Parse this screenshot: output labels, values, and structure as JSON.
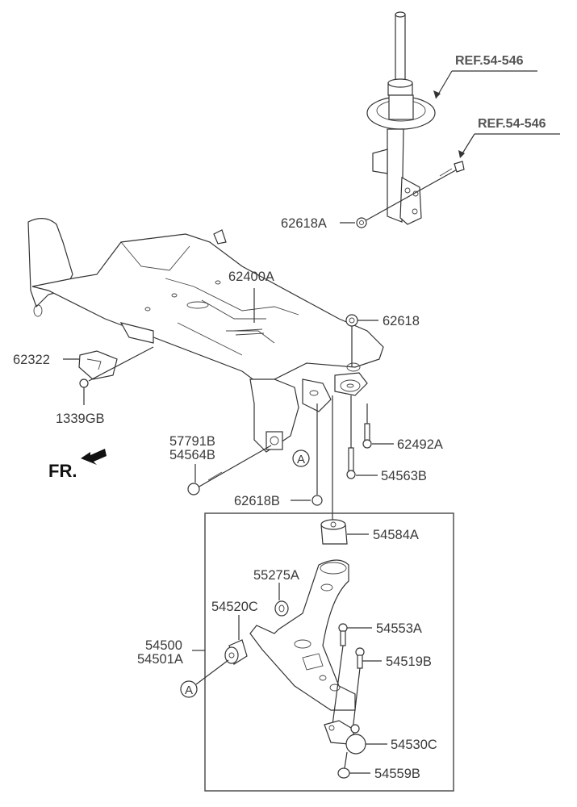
{
  "diagram": {
    "title": "Front crossmember & lower control arm parts diagram",
    "references": [
      {
        "id": "ref-strut",
        "text": "REF.54-546"
      },
      {
        "id": "ref-bolt",
        "text": "REF.54-546"
      }
    ],
    "direction_label": "FR.",
    "callout_marker": "A",
    "parts": {
      "p62618A": "62618A",
      "p62400A": "62400A",
      "p62618": "62618",
      "p62322": "62322",
      "p1339GB": "1339GB",
      "p57791B": "57791B",
      "p54564B": "54564B",
      "p62492A": "62492A",
      "p54563B": "54563B",
      "p62618B": "62618B",
      "p54584A": "54584A",
      "p55275A": "55275A",
      "p54520C": "54520C",
      "p54500": "54500",
      "p54501A": "54501A",
      "p54553A": "54553A",
      "p54519B": "54519B",
      "p54530C": "54530C",
      "p54559B": "54559B"
    }
  }
}
